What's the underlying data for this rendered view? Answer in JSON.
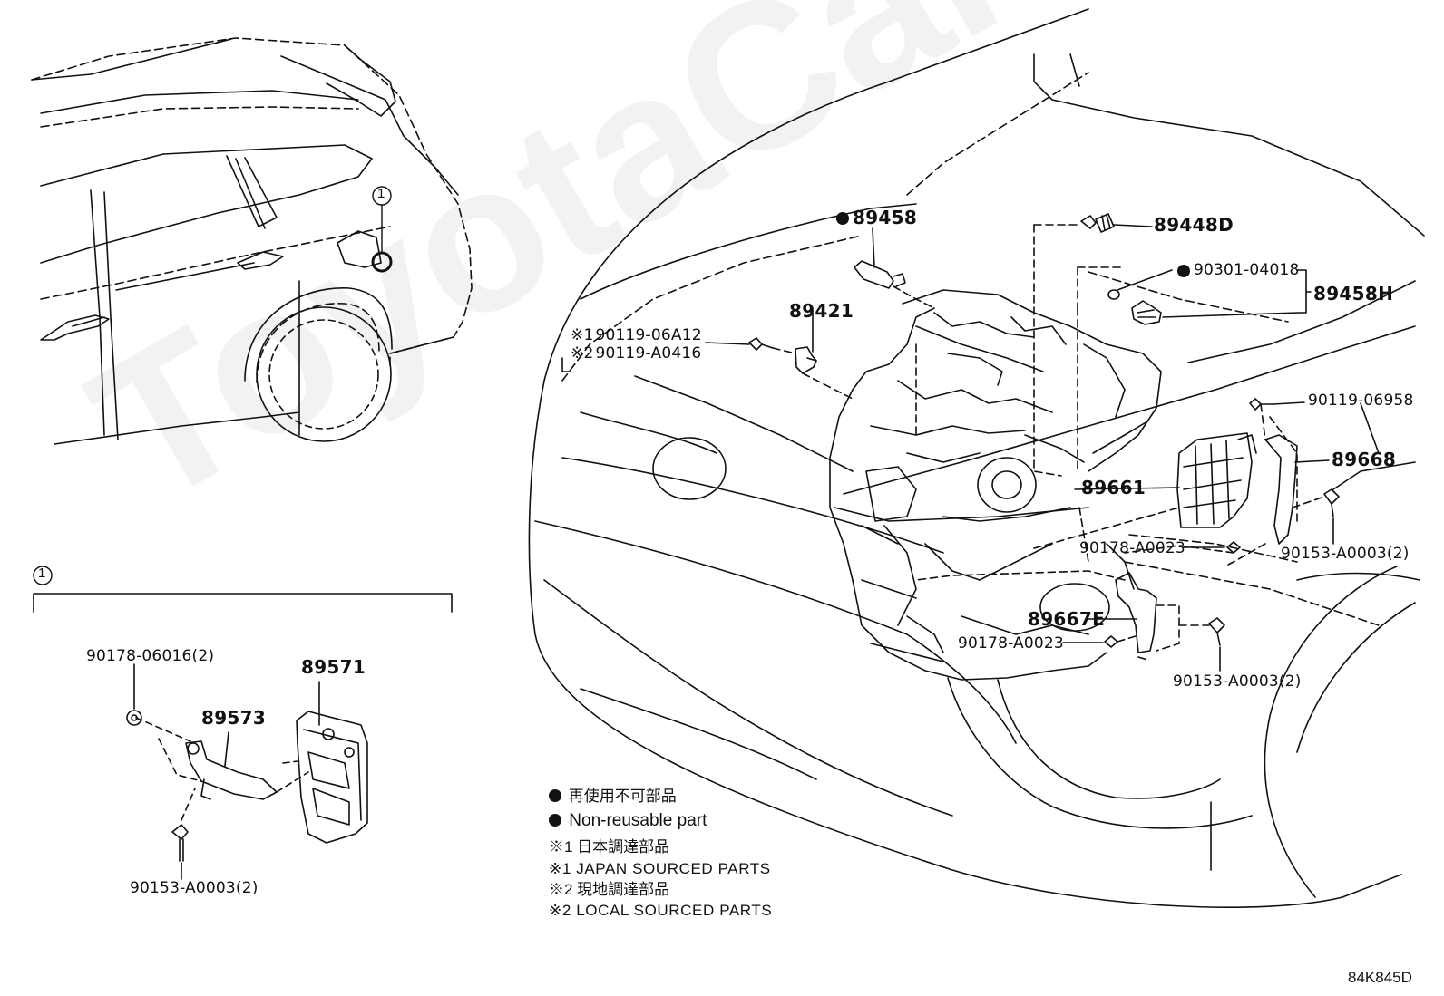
{
  "watermark": "ToyotaCarlArne.ru",
  "callout_marker": "1",
  "detail_header_marker": "1",
  "parts": {
    "p89458": "89458",
    "p89448D": "89448D",
    "p90301": "90301-04018",
    "p89458H": "89458H",
    "p89421": "89421",
    "p90119_06A12": "90119-06A12",
    "p90119_A0416": "90119-A0416",
    "p90119_06958": "90119-06958",
    "p89668": "89668",
    "p89661": "89661",
    "p90178_A0023_a": "90178-A0023",
    "p90153_A0003_a": "90153-A0003(2)",
    "p89667E": "89667E",
    "p90178_A0023_b": "90178-A0023",
    "p90153_A0003_b": "90153-A0003(2)",
    "p90178_06016": "90178-06016(2)",
    "p89571": "89571",
    "p89573": "89573",
    "p90153_A0003_c": "90153-A0003(2)"
  },
  "prefixes": {
    "japan": "※1",
    "local": "※2"
  },
  "legend": {
    "non_reusable_jp": "再使用不可部品",
    "non_reusable_en": "Non-reusable part",
    "japan_jp": "※1 日本調達部品",
    "japan_en": "※1 JAPAN SOURCED PARTS",
    "local_jp": "※2 現地調達部品",
    "local_en": "※2 LOCAL SOURCED PARTS"
  },
  "figure_code": "84K845D"
}
